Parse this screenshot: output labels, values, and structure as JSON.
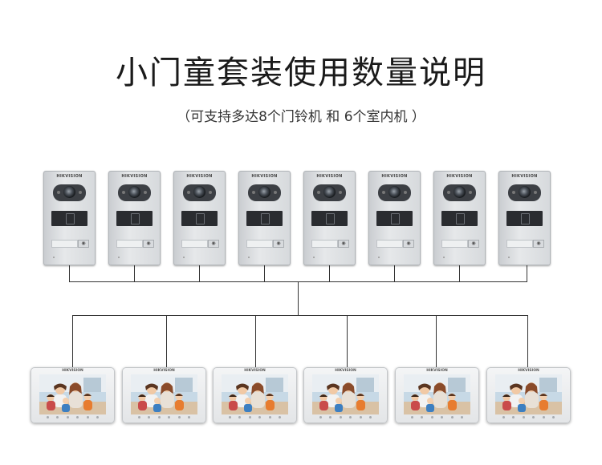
{
  "header": {
    "title": "小门童套装使用数量说明",
    "subtitle": "（可支持多达8个门铃机 和 6个室内机 ）"
  },
  "door_stations": {
    "brand": "HIKVISION",
    "count": 8
  },
  "indoor_monitors": {
    "brand": "HIKVISION",
    "count": 6
  },
  "colors": {
    "wire": "#333333",
    "door_panel": "#d6d9dc",
    "monitor_body": "#eceeef"
  }
}
